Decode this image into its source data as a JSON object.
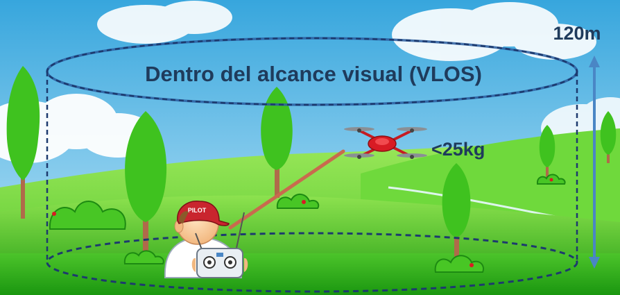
{
  "title": "Dentro del alcance visual (VLOS)",
  "max_height": "120m",
  "max_weight": "<25kg",
  "pilot_cap": "PILOT",
  "colors": {
    "sky_top": "#37a6dd",
    "sky_bottom": "#bfe6f8",
    "grass_light": "#7fe04a",
    "grass_dark": "#1fa012",
    "tree": "#3fc21f",
    "dashed_boundary": "#1d3a6e",
    "drone_red": "#d81b24",
    "arrow_blue": "#4a86c5",
    "label_text": "#1f3b5c"
  },
  "icons": [
    "pilot-icon",
    "remote-controller-icon",
    "drone-icon",
    "tree-icon",
    "bush-icon",
    "cloud-icon",
    "vertical-arrow-icon"
  ]
}
